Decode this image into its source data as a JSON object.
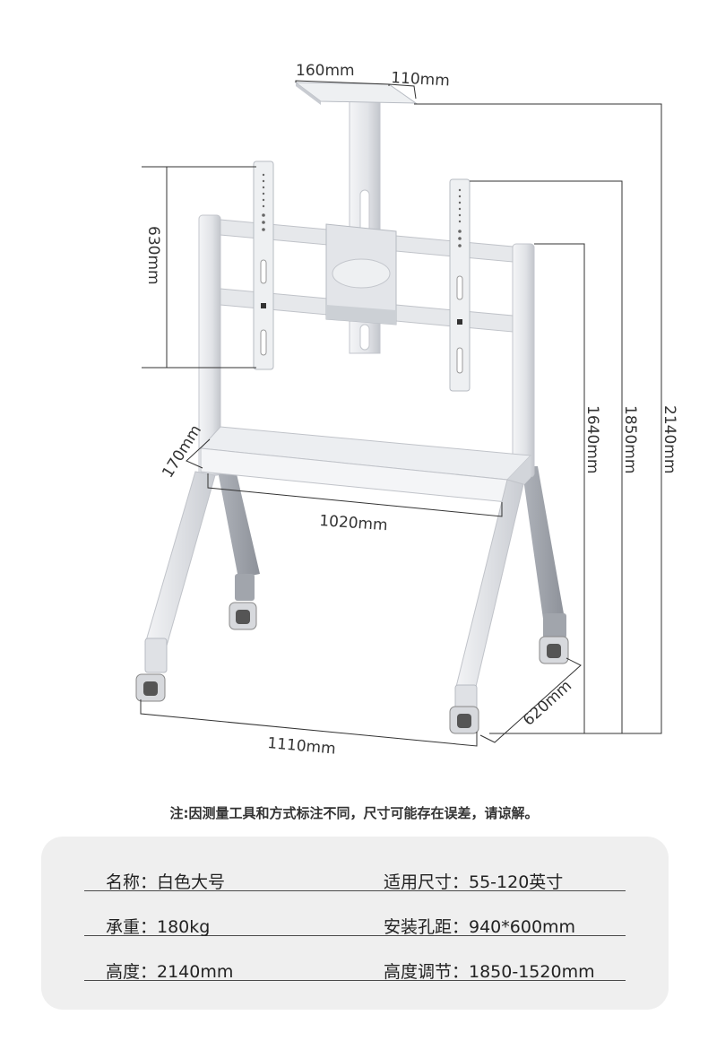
{
  "dimensions": {
    "mount_width": "160mm",
    "mount_depth": "110mm",
    "plate_height": "630mm",
    "shelf_depth": "170mm",
    "shelf_width": "1020mm",
    "base_width": "1110mm",
    "base_depth": "620mm",
    "height_low": "1640mm",
    "height_mid": "1850mm",
    "height_total": "2140mm"
  },
  "note": "注:因测量工具和方式标注不同，尺寸可能存在误差，请谅解。",
  "specs": [
    {
      "left": "名称：白色大号",
      "right": "适用尺寸：55-120英寸"
    },
    {
      "left": "承重：180kg",
      "right": "安装孔距：940*600mm"
    },
    {
      "left": "高度：2140mm",
      "right": "高度调节：1850-1520mm"
    }
  ],
  "colors": {
    "frame": "#e2e4e8",
    "frame_shadow": "#a9adb4",
    "line": "#333333",
    "panel": "#efefef"
  }
}
